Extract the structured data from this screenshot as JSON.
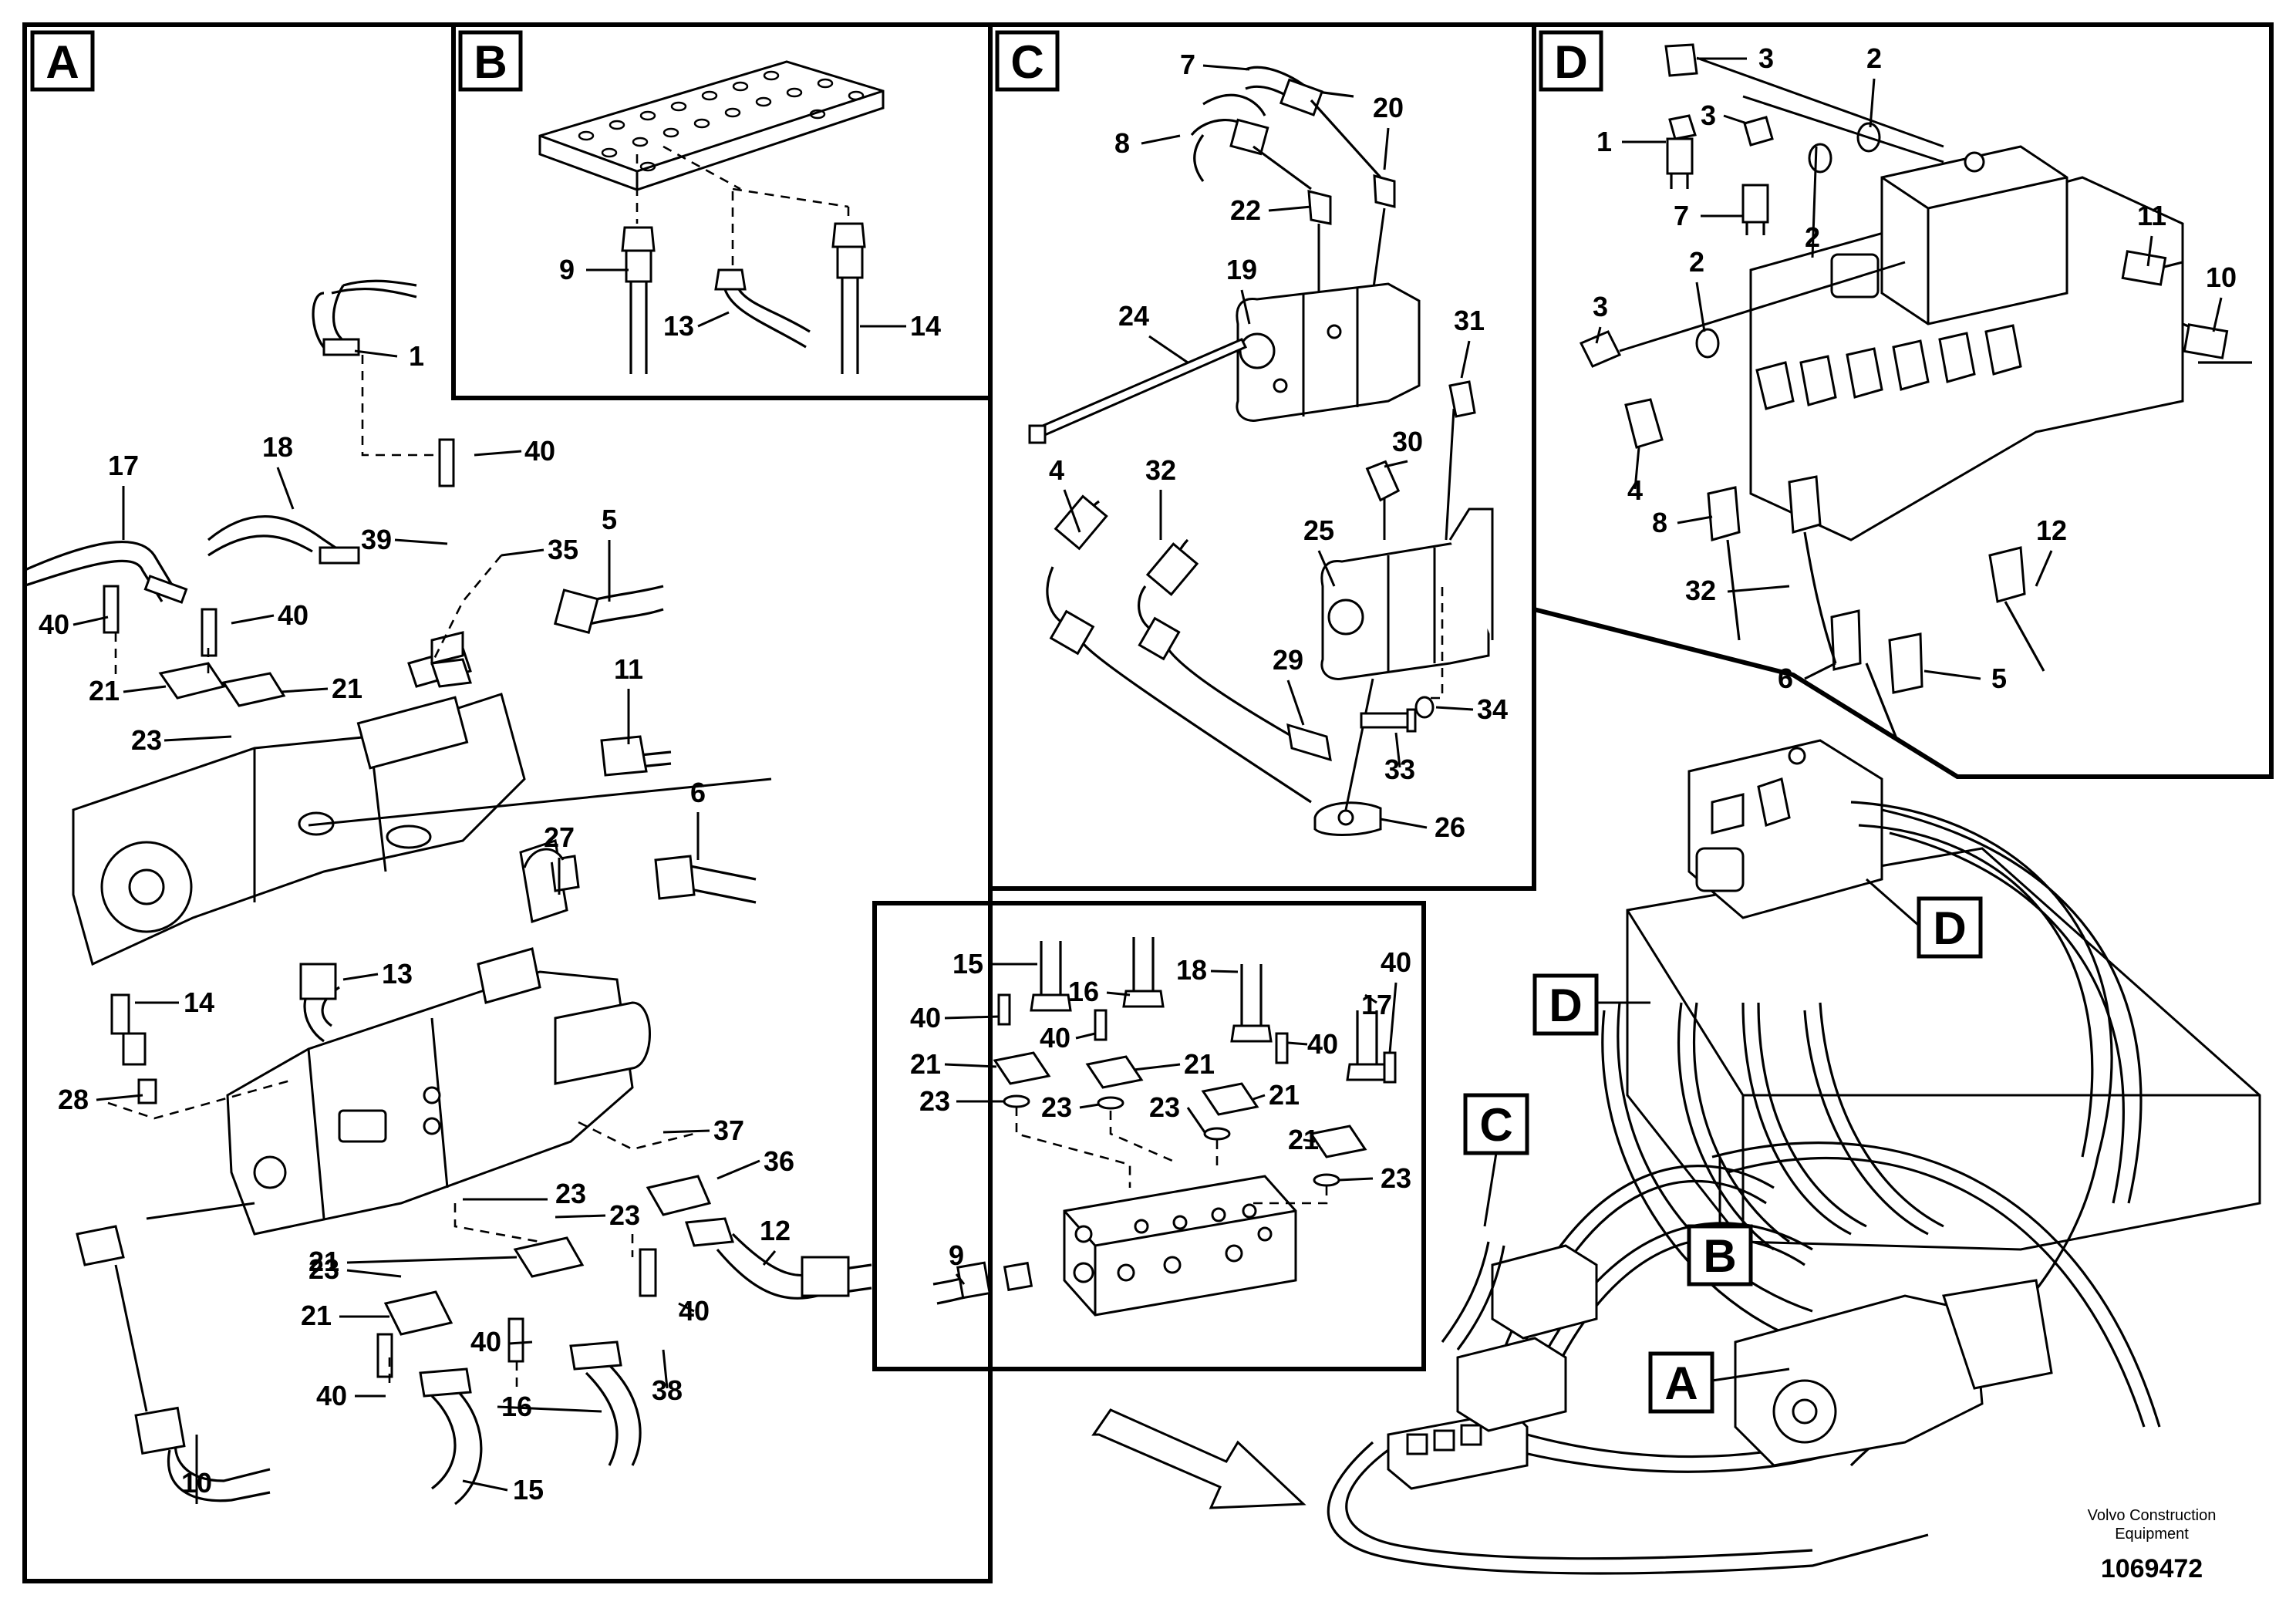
{
  "sections": [
    "A",
    "B",
    "C",
    "D"
  ],
  "callouts": {
    "A": [
      "1",
      "5",
      "6",
      "10",
      "11",
      "12",
      "13",
      "14",
      "15",
      "16",
      "17",
      "18",
      "21",
      "21",
      "21",
      "21",
      "23",
      "23",
      "23",
      "23",
      "27",
      "28",
      "35",
      "36",
      "37",
      "38",
      "39",
      "40",
      "40",
      "40",
      "40",
      "40",
      "40"
    ],
    "B": [
      "9",
      "13",
      "14"
    ],
    "C": [
      "4",
      "7",
      "8",
      "19",
      "20",
      "22",
      "24",
      "25",
      "26",
      "29",
      "30",
      "31",
      "32",
      "33",
      "34"
    ],
    "D": [
      "1",
      "2",
      "2",
      "2",
      "3",
      "3",
      "3",
      "4",
      "5",
      "6",
      "7",
      "8",
      "10",
      "11",
      "12",
      "32"
    ],
    "manifold": [
      "9",
      "15",
      "16",
      "17",
      "18",
      "21",
      "21",
      "21",
      "21",
      "23",
      "23",
      "23",
      "23",
      "40",
      "40",
      "40",
      "40"
    ]
  },
  "overview_tags": [
    "D",
    "D",
    "C",
    "B",
    "A"
  ],
  "footer": {
    "company_line1": "Volvo Construction",
    "company_line2": "Equipment",
    "drawing_number": "1069472"
  }
}
